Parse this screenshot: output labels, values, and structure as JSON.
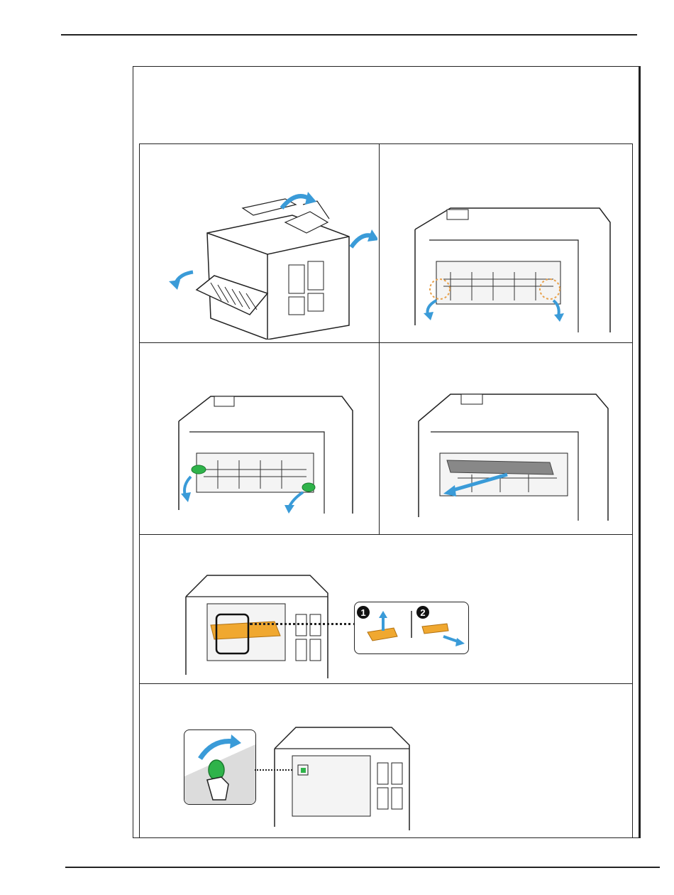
{
  "page": {
    "header_rule": true,
    "footer_rule": true
  },
  "steps": [
    {
      "id": "step-1",
      "illustration": "open-rear-cover-and-output-tray"
    },
    {
      "id": "step-2",
      "illustration": "pull-down-fuser-levers"
    },
    {
      "id": "step-3",
      "illustration": "green-levers-down"
    },
    {
      "id": "step-4",
      "illustration": "pull-jammed-paper-out"
    },
    {
      "id": "step-5",
      "illustration": "release-toner-cartridge-levers",
      "callouts": [
        "1",
        "2"
      ]
    },
    {
      "id": "step-6",
      "illustration": "turn-green-knob"
    }
  ],
  "colors": {
    "line": "#222222",
    "arrow_blue": "#3a9bd8",
    "lever_green": "#2fb34a",
    "lever_orange": "#f0a830",
    "highlight_orange_dashed": "#e8a04a"
  }
}
